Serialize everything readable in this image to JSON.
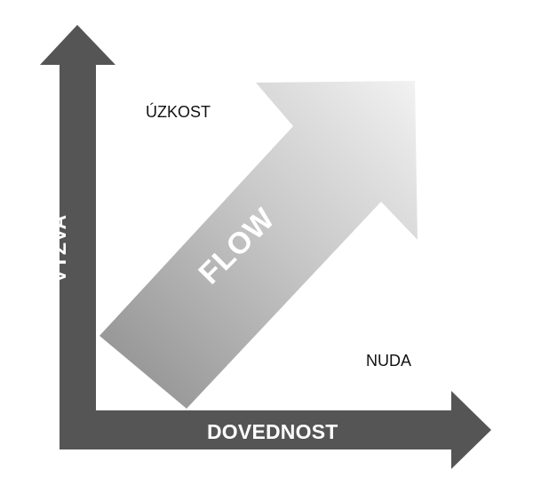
{
  "labels": {
    "challenge_axis": "VÝZVA",
    "skill_axis": "DOVEDNOST",
    "flow_arrow": "FLOW",
    "anxiety_region": "ÚZKOST",
    "boredom_region": "NUDA"
  },
  "colors": {
    "axis_fill": "#555555",
    "flow_gradient_dark": "#8c8c8c",
    "flow_gradient_light": "#f2f2f2",
    "axis_text": "#ffffff",
    "region_text": "#111111"
  }
}
